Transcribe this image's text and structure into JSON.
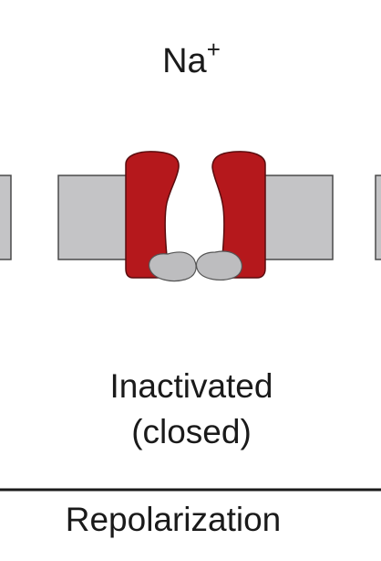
{
  "ion": {
    "symbol": "Na",
    "charge": "+"
  },
  "channel": {
    "state_line1": "Inactivated",
    "state_line2": "(closed)"
  },
  "phase": {
    "label": "Repolarization"
  },
  "colors": {
    "membrane_fill": "#c4c4c6",
    "membrane_stroke": "#4a4a4a",
    "channel_fill": "#b5181c",
    "channel_stroke": "#5a0c0e",
    "gate_fill": "#bdbdbf",
    "gate_stroke": "#555555",
    "divider": "#1a1a1a"
  }
}
